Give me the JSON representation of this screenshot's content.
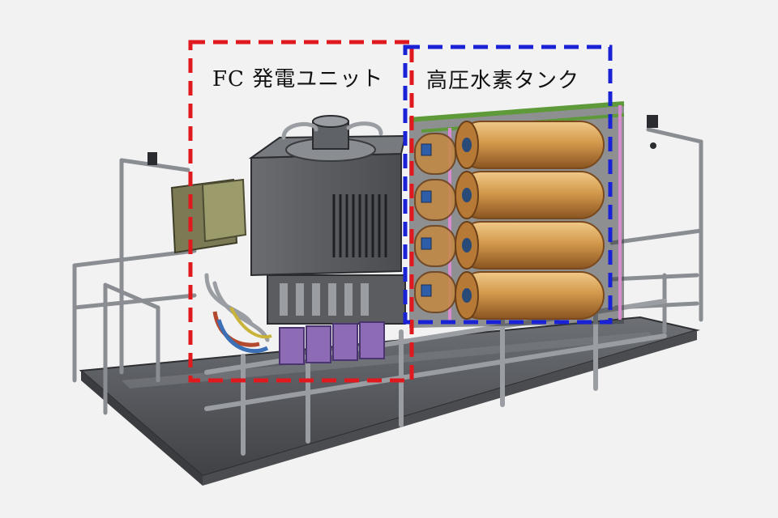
{
  "labels": {
    "fc_unit": "FC 発電ユニット",
    "hydrogen_tank": "高圧水素タンク"
  },
  "colors": {
    "background": "#f2f2f2",
    "fc_box_outline": "#e0191e",
    "tank_box_outline": "#1a22d6",
    "tank_body": "#c98a3c",
    "frame_metal": "#8a8d92",
    "fc_housing": "#5a5c60",
    "battery_purple": "#8d6bb5",
    "tank_rack_green": "#5f9a3a",
    "tank_rack_pink": "#d88ccf"
  },
  "regions": [
    {
      "name": "fc-unit-region",
      "label_ref": "fc_unit"
    },
    {
      "name": "hydrogen-tank-region",
      "label_ref": "hydrogen_tank"
    }
  ]
}
